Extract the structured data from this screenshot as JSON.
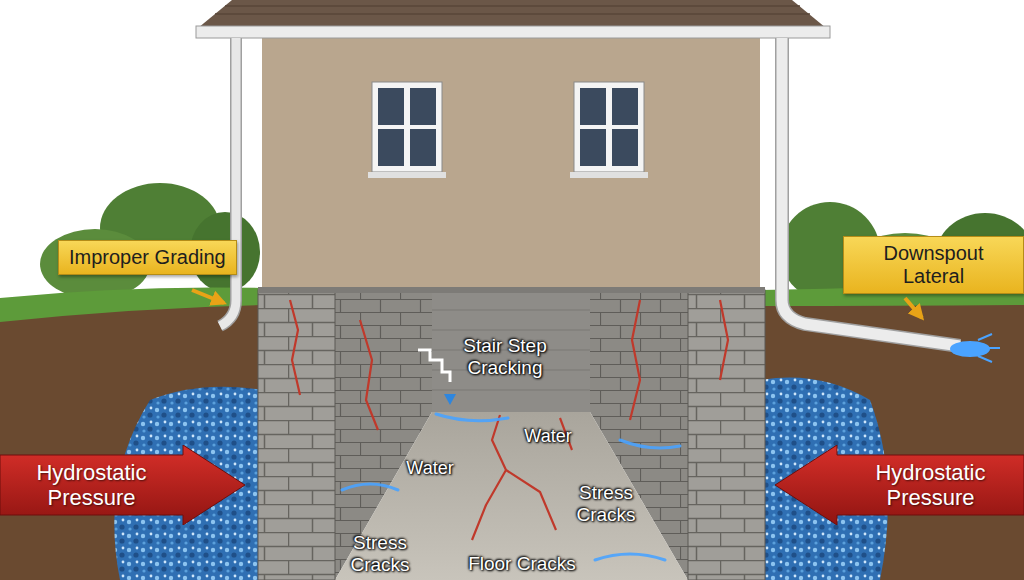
{
  "diagram": {
    "nodes": [
      {
        "text": [
          "Improper Grading"
        ]
      },
      {
        "text": [
          "Downspout Lateral"
        ]
      },
      {
        "text": [
          "Hydrostatic Pressure"
        ]
      },
      {
        "text": [
          "Hydrostatic Pressure"
        ]
      }
    ],
    "labels": [
      "Stair Step Cracking",
      "Water",
      "Water",
      "Stress Cracks",
      "Stress Cracks",
      "Floor Cracks"
    ]
  }
}
